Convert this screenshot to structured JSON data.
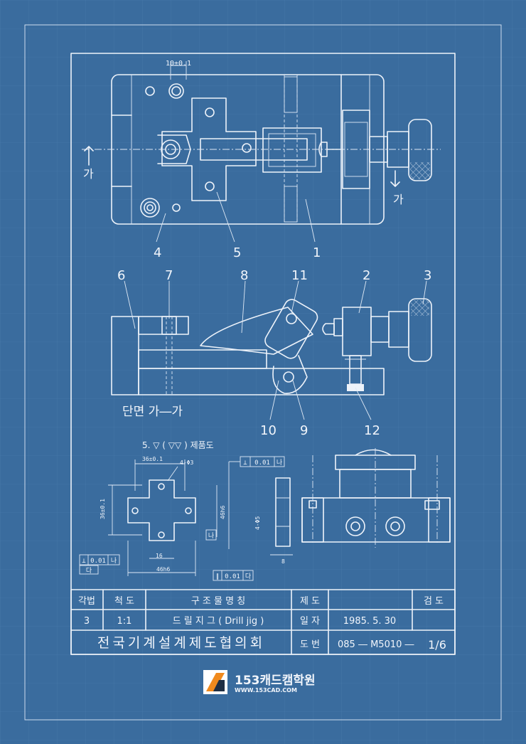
{
  "top_view": {
    "dim_top": "10±0.1",
    "section_arrow_left": "가",
    "section_arrow_right": "가",
    "callouts": [
      "4",
      "5",
      "1"
    ]
  },
  "section_view": {
    "callouts_top": [
      "6",
      "7",
      "8",
      "11",
      "2",
      "3"
    ],
    "callouts_bottom": [
      "10",
      "9",
      "12"
    ],
    "title": "단면 가―가"
  },
  "part_drawing": {
    "title": "5. ▽ ( ▽▽ )   제품도",
    "dim_width": "36±0.1",
    "dim_height": "36±0.1",
    "hole_note": "4-Φ3",
    "tol_frame_top": [
      "⊥",
      "0.01",
      "나"
    ],
    "dim_side": "46h6",
    "datum_label": "나",
    "dim_bottom_small": "16",
    "dim_bottom": "46h6",
    "tol_frame_left": [
      "⊥",
      "0.01",
      "나"
    ],
    "datum_left": "다",
    "tol_frame_bottom": [
      "∥",
      "0.01",
      "다"
    ],
    "side_view_dim_left": "4-Φ5",
    "side_view_dim_bottom": "8"
  },
  "title_block": {
    "headers": {
      "item": "각법",
      "scale": "척 도",
      "name": "구  조  물  명  칭",
      "drawn": "제 도",
      "check": "검 도"
    },
    "values": {
      "item": "3",
      "scale": "1:1",
      "name": "드 릴 지 그 ( Drill  jig )",
      "date_label": "일 자",
      "date": "1985.  5.  30"
    },
    "org": "전국기계설계제도협의회",
    "drawing_no_label": "도 번",
    "drawing_no": "085  ― M5010  ―",
    "sheet": "1/6"
  },
  "logo": {
    "name": "153캐드캠학원",
    "url": "WWW.153CAD.COM"
  },
  "colors": {
    "background": "#3a6c9e",
    "line": "#eef3fa",
    "logo_orange": "#f08a1e"
  }
}
